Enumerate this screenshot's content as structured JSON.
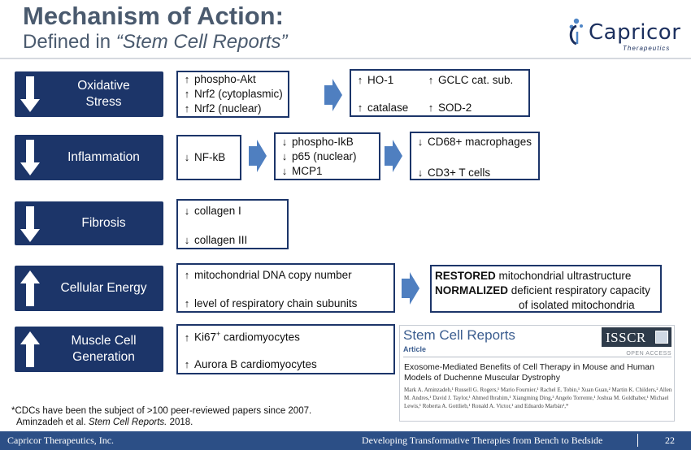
{
  "header": {
    "title": "Mechanism of Action:",
    "subtitle_prefix": "Defined in ",
    "subtitle_journal": "“Stem Cell Reports”"
  },
  "logo": {
    "name": "Capricor",
    "tagline": "Therapeutics"
  },
  "rows": [
    {
      "category": "Oxidative\nStress",
      "direction": "down",
      "box1": [
        {
          "dir": "up",
          "text": "phospho-Akt"
        },
        {
          "dir": "up",
          "text": "Nrf2 (cytoplasmic)"
        },
        {
          "dir": "up",
          "text": "Nrf2 (nuclear)"
        }
      ],
      "box2": [
        {
          "dir": "up",
          "text": "HO-1"
        },
        {
          "dir": "up",
          "text": "GCLC cat. sub."
        },
        {
          "dir": "up",
          "text": "catalase"
        },
        {
          "dir": "up",
          "text": "SOD-2"
        }
      ]
    },
    {
      "category": "Inflammation",
      "direction": "down",
      "box1": [
        {
          "dir": "down",
          "text": "NF-kB"
        }
      ],
      "box2": [
        {
          "dir": "down",
          "text": "phospho-IkB"
        },
        {
          "dir": "down",
          "text": "p65 (nuclear)"
        },
        {
          "dir": "down",
          "text": "MCP1"
        }
      ],
      "box3": [
        {
          "dir": "down",
          "text": "CD68+ macrophages"
        },
        {
          "dir": "down",
          "text": "CD3+ T cells"
        }
      ]
    },
    {
      "category": "Fibrosis",
      "direction": "down",
      "box1": [
        {
          "dir": "down",
          "text": "collagen I"
        },
        {
          "dir": "down",
          "text": "collagen III"
        }
      ]
    },
    {
      "category": "Cellular Energy",
      "direction": "up",
      "box1": [
        {
          "dir": "up",
          "text": "mitochondrial DNA copy number"
        },
        {
          "dir": "up",
          "text": "level of respiratory chain subunits"
        }
      ],
      "result": {
        "line1_bold": "RESTORED",
        "line1_rest": " mitochondrial ultrastructure",
        "line2_bold": "NORMALIZED",
        "line2_rest": " deficient respiratory capacity",
        "line3": "of isolated mitochondria"
      }
    },
    {
      "category": "Muscle Cell\nGeneration",
      "direction": "up",
      "box1": [
        {
          "dir": "up",
          "text": "Ki67",
          "sup": "+",
          "rest": " cardiomyocytes"
        },
        {
          "dir": "up",
          "text": "Aurora B cardiomyocytes"
        }
      ]
    }
  ],
  "citation": {
    "journal": "Stem Cell Reports",
    "article_tag": "Article",
    "society": "ISSCR",
    "open_access": "OPEN ACCESS",
    "title": "Exosome-Mediated Benefits of Cell Therapy in Mouse and Human Models of Duchenne Muscular Dystrophy",
    "authors": "Mark A. Aminzadeh,¹ Russell G. Rogers,¹ Mario Fournier,¹ Rachel E. Tobin,¹ Xuan Guan,² Martin K. Childers,² Allen M. Andres,¹ David J. Taylor,¹ Ahmed Ibrahim,¹ Xiangming Ding,³ Angelo Torrente,¹ Joshua M. Goldhaber,¹ Michael Lewis,¹ Roberta A. Gottlieb,¹ Ronald A. Victor,¹ and Eduardo Marbán¹,*"
  },
  "footnotes": {
    "line1": "*CDCs have been the subject of >100 peer-reviewed papers since 2007.",
    "line2_prefix": "Aminzadeh et al. ",
    "line2_journal": "Stem Cell Reports.",
    "line2_suffix": " 2018."
  },
  "footer": {
    "company": "Capricor Therapeutics, Inc.",
    "tagline": "Developing Transformative Therapies from Bench to Bedside",
    "page_number": "22"
  },
  "colors": {
    "navy": "#1c3569",
    "arrow_blue": "#4f7fc0",
    "footer_blue": "#2c4f86",
    "title_gray": "#4a5a6e"
  },
  "icons": {
    "up": "↑",
    "down": "↓"
  }
}
